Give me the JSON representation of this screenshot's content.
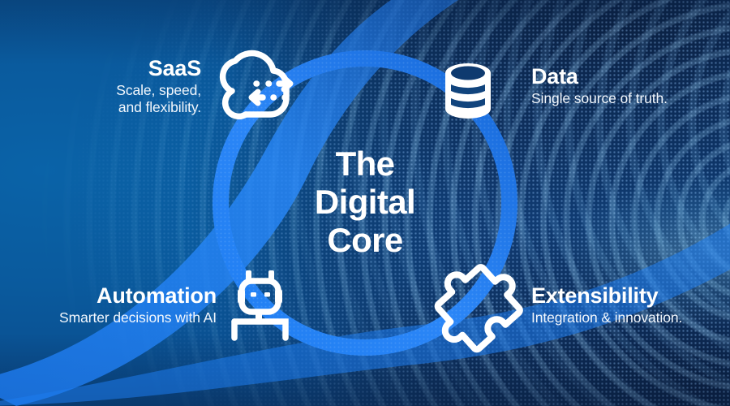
{
  "center": {
    "text": "The\nDigital\nCore"
  },
  "colors": {
    "ring": "#1c78ef",
    "ring_light": "#3f93ff",
    "icon": "#ffffff",
    "text": "#ffffff",
    "bg_left": "#0a5f a4",
    "bg_dark": "#0d2f5e"
  },
  "pillars": [
    {
      "id": "saas",
      "title": "SaaS",
      "subtitle": "Scale, speed,\nand flexibility.",
      "icon": "cloud-exchange-icon",
      "align": "right"
    },
    {
      "id": "data",
      "title": "Data",
      "subtitle": "Single source of truth.",
      "icon": "database-icon",
      "align": "left"
    },
    {
      "id": "automation",
      "title": "Automation",
      "subtitle": "Smarter decisions with AI",
      "icon": "robot-icon",
      "align": "right"
    },
    {
      "id": "extensibility",
      "title": "Extensibility",
      "subtitle": "Integration & innovation.",
      "icon": "puzzle-piece-icon",
      "align": "left"
    }
  ]
}
